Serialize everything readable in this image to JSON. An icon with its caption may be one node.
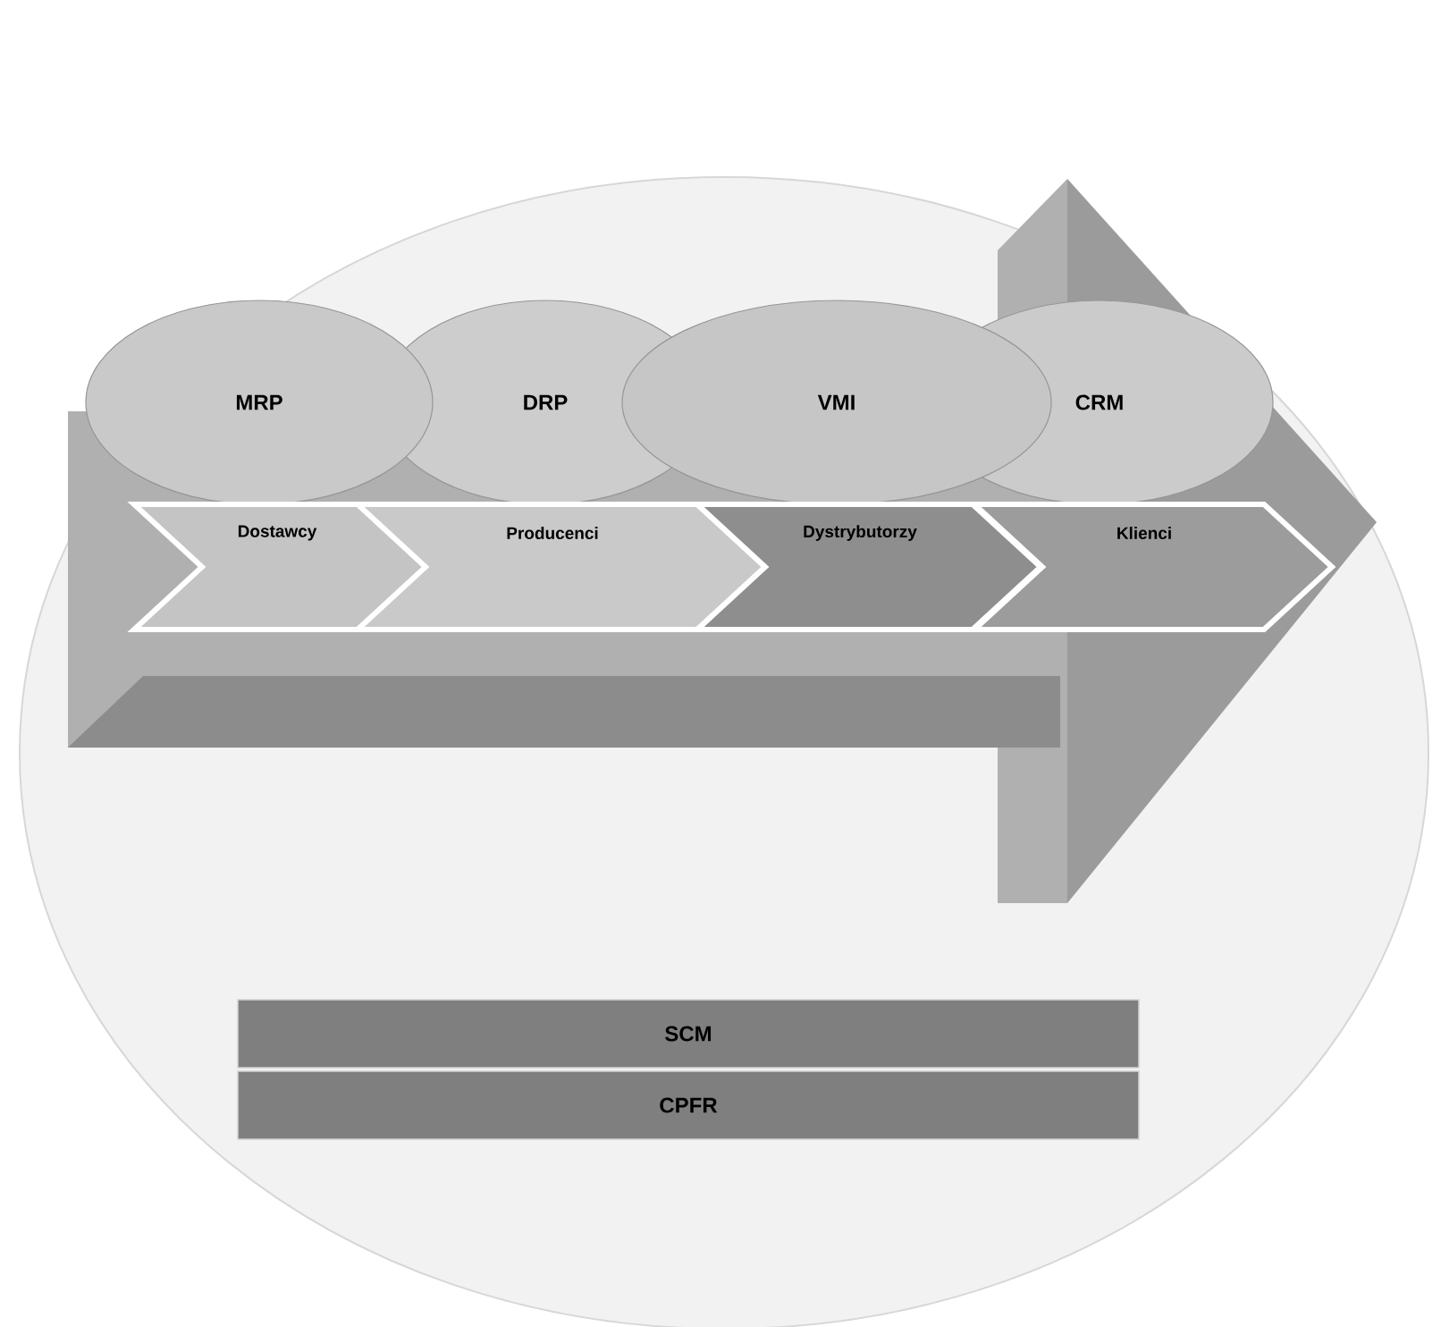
{
  "diagram": {
    "nodes": [
      {
        "text": [
          "MRP"
        ]
      },
      {
        "text": [
          "DRP"
        ]
      },
      {
        "text": [
          "VMI"
        ]
      },
      {
        "text": [
          "CRM"
        ]
      },
      {
        "text": [
          "Dostawcy"
        ]
      },
      {
        "text": [
          "Producenci"
        ]
      },
      {
        "text": [
          "Dystrybutorzy"
        ]
      },
      {
        "text": [
          "Klienci"
        ]
      },
      {
        "text": [
          "SCM"
        ]
      },
      {
        "text": [
          "CPFR"
        ]
      }
    ]
  }
}
